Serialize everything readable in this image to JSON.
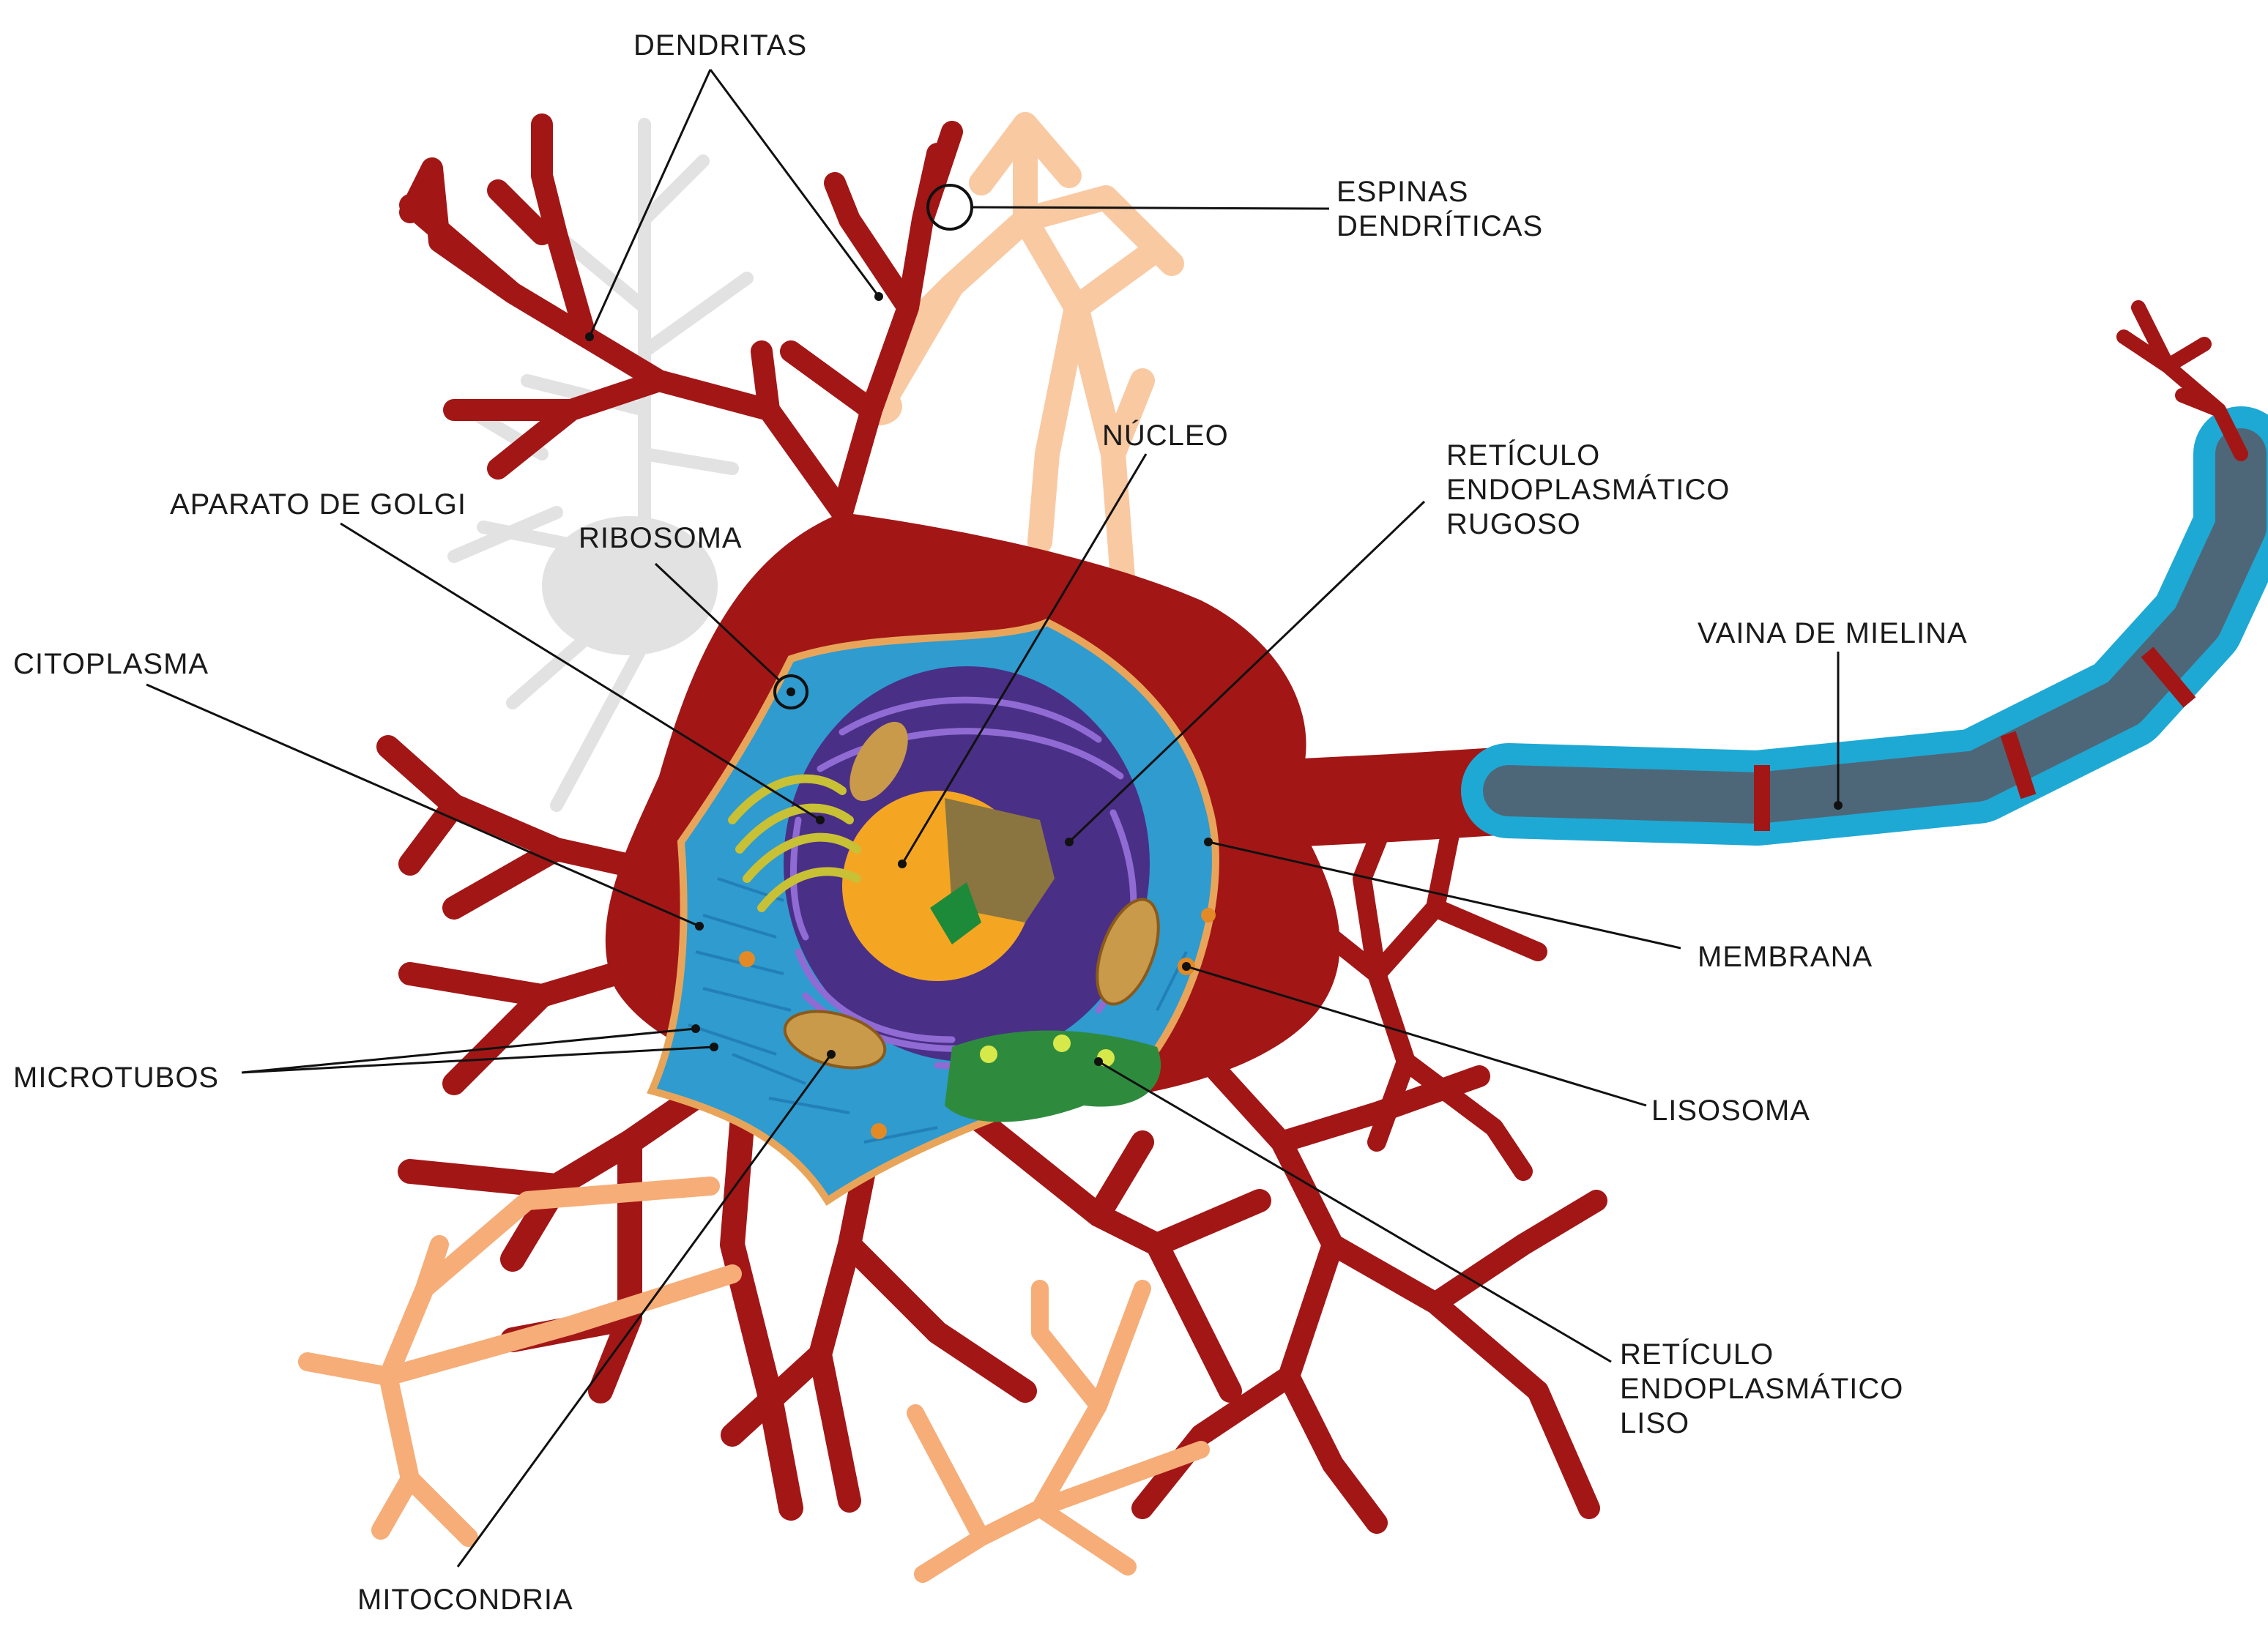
{
  "labels": {
    "dendritas": "DENDRITAS",
    "espinas": [
      "ESPINAS",
      "DENDRÍTICAS"
    ],
    "nucleo": "NÚCLEO",
    "reticulo_rugoso": [
      "RETÍCULO",
      "ENDOPLASMÁTICO",
      "RUGOSO"
    ],
    "aparato_golgi": "APARATO DE GOLGI",
    "ribosoma": "RIBOSOMA",
    "citoplasma": "CITOPLASMA",
    "vaina_mielina": "VAINA DE MIELINA",
    "membrana": "MEMBRANA",
    "lisosoma": "LISOSOMA",
    "microtubos": "MICROTUBOS",
    "reticulo_liso": [
      "RETÍCULO",
      "ENDOPLASMÁTICO",
      "LISO"
    ],
    "mitocondria": "MITOCONDRIA"
  },
  "colors": {
    "neuron": "#a31616",
    "neuron_dark": "#8e1010",
    "neighbor_dendrite": "#f6ad78",
    "neighbor_dendrite_light": "#f9c9a2",
    "ghost_neuron": "#e2e2e2",
    "cytoplasm": "#2f9bcf",
    "cytoplasm_dark": "#1f78b0",
    "membrane": "#e8a55a",
    "nucleus_envelope": "#4a2f86",
    "rough_er": "#8f6bd3",
    "nucleus": "#f4a623",
    "nucleolus": "#1d8a3a",
    "golgi": "#c8c035",
    "mitochondria": "#c89a4a",
    "smooth_er": "#2e8b3e",
    "myelin": "#1ea9d4",
    "axon": "#4d6779"
  }
}
